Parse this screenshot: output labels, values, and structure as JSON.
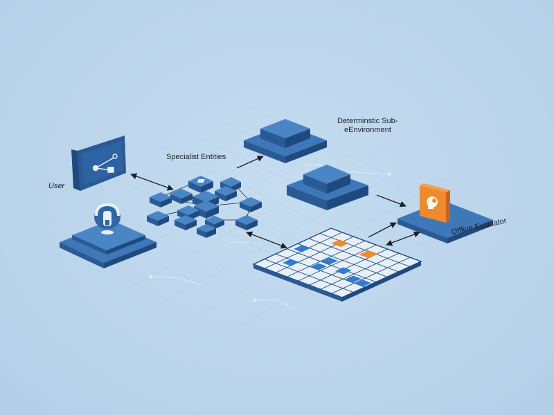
{
  "labels": {
    "user": "User",
    "specialist_entities": "Specialist Entities",
    "deterministic_line1": "Determinstic Sub-",
    "deterministic_line2": "eEnvironment",
    "offline_evaluator": "Offline Evaluator"
  },
  "colors": {
    "background": "#bcd6ec",
    "block_top": "#3f78b8",
    "block_side": "#2a5a94",
    "block_dark": "#1e4a80",
    "accent_orange": "#f08a2a",
    "grid_line": "#9fbfdd",
    "arrow": "#1b1f2a"
  },
  "icons": {
    "user_monitor": "network-graph-icon",
    "user_avatar": "headset-user-icon",
    "evaluator_badge": "idea-head-icon",
    "grid_tiles": "gear-icon"
  },
  "grid_highlights": {
    "orange_cells": 2,
    "blue_cells": 7
  }
}
